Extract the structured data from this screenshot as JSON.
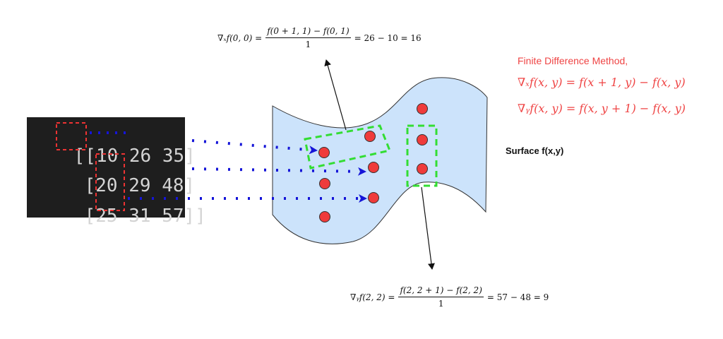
{
  "matrix": {
    "rows": [
      {
        "open": "[[",
        "values": [
          "10",
          "26",
          "35"
        ],
        "close": "]"
      },
      {
        "open": " [",
        "values": [
          "20",
          "29",
          "48"
        ],
        "close": "]"
      },
      {
        "open": " [",
        "values": [
          "25",
          "31",
          "57"
        ],
        "close": "]]"
      }
    ]
  },
  "formula_x": {
    "lhs": "∇ₓf(0, 0) =",
    "numerator": "f(0 + 1, 1) − f(0, 1)",
    "denominator": "1",
    "rhs": "= 26 − 10 = 16"
  },
  "formula_y": {
    "lhs": "∇ᵧf(2, 2) =",
    "numerator": "f(2, 2 + 1) − f(2, 2)",
    "denominator": "1",
    "rhs": "= 57 − 48 = 9"
  },
  "method": {
    "title": "Finite Difference Method,",
    "eq_x": "∇ₓf(x, y) = f(x + 1, y) − f(x, y)",
    "eq_y": "∇ᵧf(x, y) = f(x, y + 1) − f(x, y)"
  },
  "surface_label": "Surface f(x,y)",
  "colors": {
    "surface_fill": "#cce3fb",
    "point": "#ef3b3b",
    "dashed_highlight_green": "#33dd33",
    "dashed_highlight_red": "#ee3333",
    "arrow_blue": "#1515d8",
    "method_text": "#ef4444",
    "matrix_bg": "#1e1e1e"
  }
}
